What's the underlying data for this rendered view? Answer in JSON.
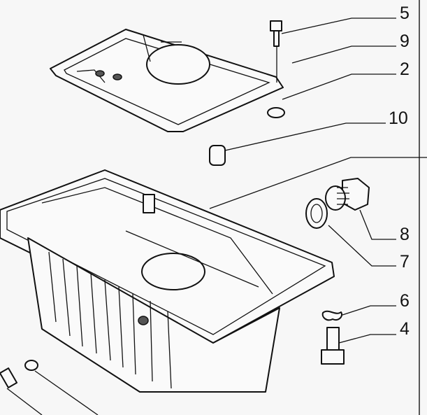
{
  "diagram": {
    "title": "Oil sump exploded view",
    "callouts": [
      {
        "id": "5",
        "label": "5"
      },
      {
        "id": "9",
        "label": "9"
      },
      {
        "id": "2",
        "label": "2"
      },
      {
        "id": "10",
        "label": "10"
      },
      {
        "id": "8",
        "label": "8"
      },
      {
        "id": "7",
        "label": "7"
      },
      {
        "id": "6",
        "label": "6"
      },
      {
        "id": "4",
        "label": "4"
      }
    ],
    "colors": {
      "line": "#111111",
      "background": "#f7f7f7"
    }
  }
}
